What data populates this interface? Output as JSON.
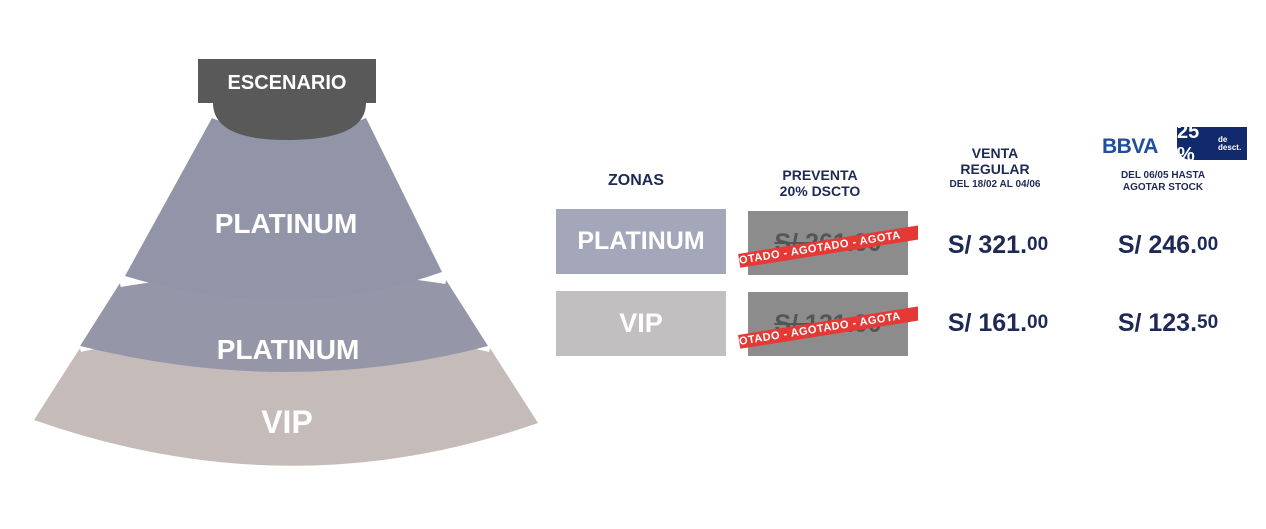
{
  "map": {
    "stage_label": "ESCENARIO",
    "sections": [
      {
        "label": "PLATINUM",
        "color": "#9295a8"
      },
      {
        "label": "PLATINUM",
        "color": "#9597a9"
      },
      {
        "label": "VIP",
        "color": "#c5bcba"
      }
    ],
    "stage_color": "#595959"
  },
  "table": {
    "headers": {
      "zonas": "ZONAS",
      "preventa_line1": "PREVENTA",
      "preventa_line2": "20% DSCTO",
      "venta_line1": "VENTA",
      "venta_line2": "REGULAR",
      "venta_line3": "DEL 18/02 AL 04/06",
      "bbva_line1": "DEL 06/05 HASTA",
      "bbva_line2": "AGOTAR STOCK"
    },
    "bbva": {
      "logo": "BBVA",
      "percent": "25 %",
      "desc": "de desct."
    },
    "sold_out_text": "OTADO - AGOTADO - AGOTA",
    "rows": [
      {
        "zone": "PLATINUM",
        "zone_color": "#a4a6b9",
        "preventa": "S/ 261.00",
        "regular_main": "S/ 321.",
        "regular_cents": "00",
        "bbva_main": "S/ 246.",
        "bbva_cents": "00"
      },
      {
        "zone": "VIP",
        "zone_color": "#c1bfbf",
        "preventa": "S/ 131.00",
        "regular_main": "S/ 161.",
        "regular_cents": "00",
        "bbva_main": "S/ 123.",
        "bbva_cents": "50"
      }
    ]
  }
}
